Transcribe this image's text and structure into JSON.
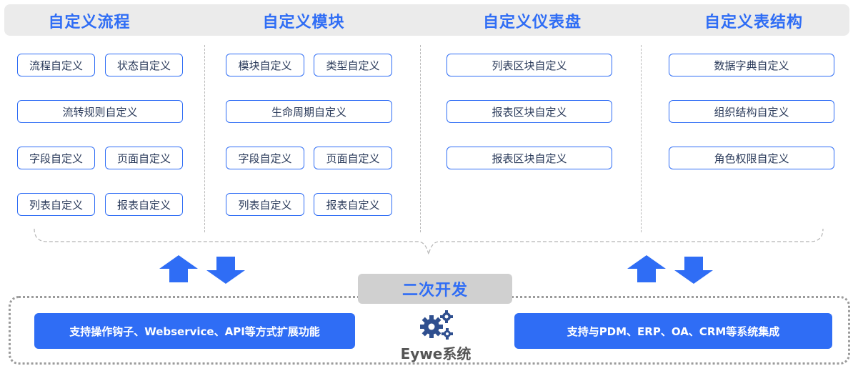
{
  "columns": [
    {
      "title": "自定义流程",
      "items": [
        "流程自定义",
        "状态自定义",
        "流转规则自定义",
        "字段自定义",
        "页面自定义",
        "列表自定义",
        "报表自定义"
      ]
    },
    {
      "title": "自定义模块",
      "items": [
        "模块自定义",
        "类型自定义",
        "生命周期自定义",
        "字段自定义",
        "页面自定义",
        "列表自定义",
        "报表自定义"
      ]
    },
    {
      "title": "自定义仪表盘",
      "items": [
        "列表区块自定义",
        "报表区块自定义",
        "报表区块自定义"
      ]
    },
    {
      "title": "自定义表结构",
      "items": [
        "数据字典自定义",
        "组织结构自定义",
        "角色权限自定义"
      ]
    }
  ],
  "center_label": "二次开发",
  "system_name": "Eywe系统",
  "left_feature": "支持操作钩子、Webservice、API等方式扩展功能",
  "right_feature": "支持与PDM、ERP、OA、CRM等系统集成",
  "colors": {
    "accent": "#2f6df5",
    "topbar": "#ebebeb",
    "label_bg": "#d0d0d0",
    "gear": "#2f4f8f"
  },
  "icons": [
    "up-arrow-icon",
    "down-arrow-icon",
    "gear-icon"
  ]
}
